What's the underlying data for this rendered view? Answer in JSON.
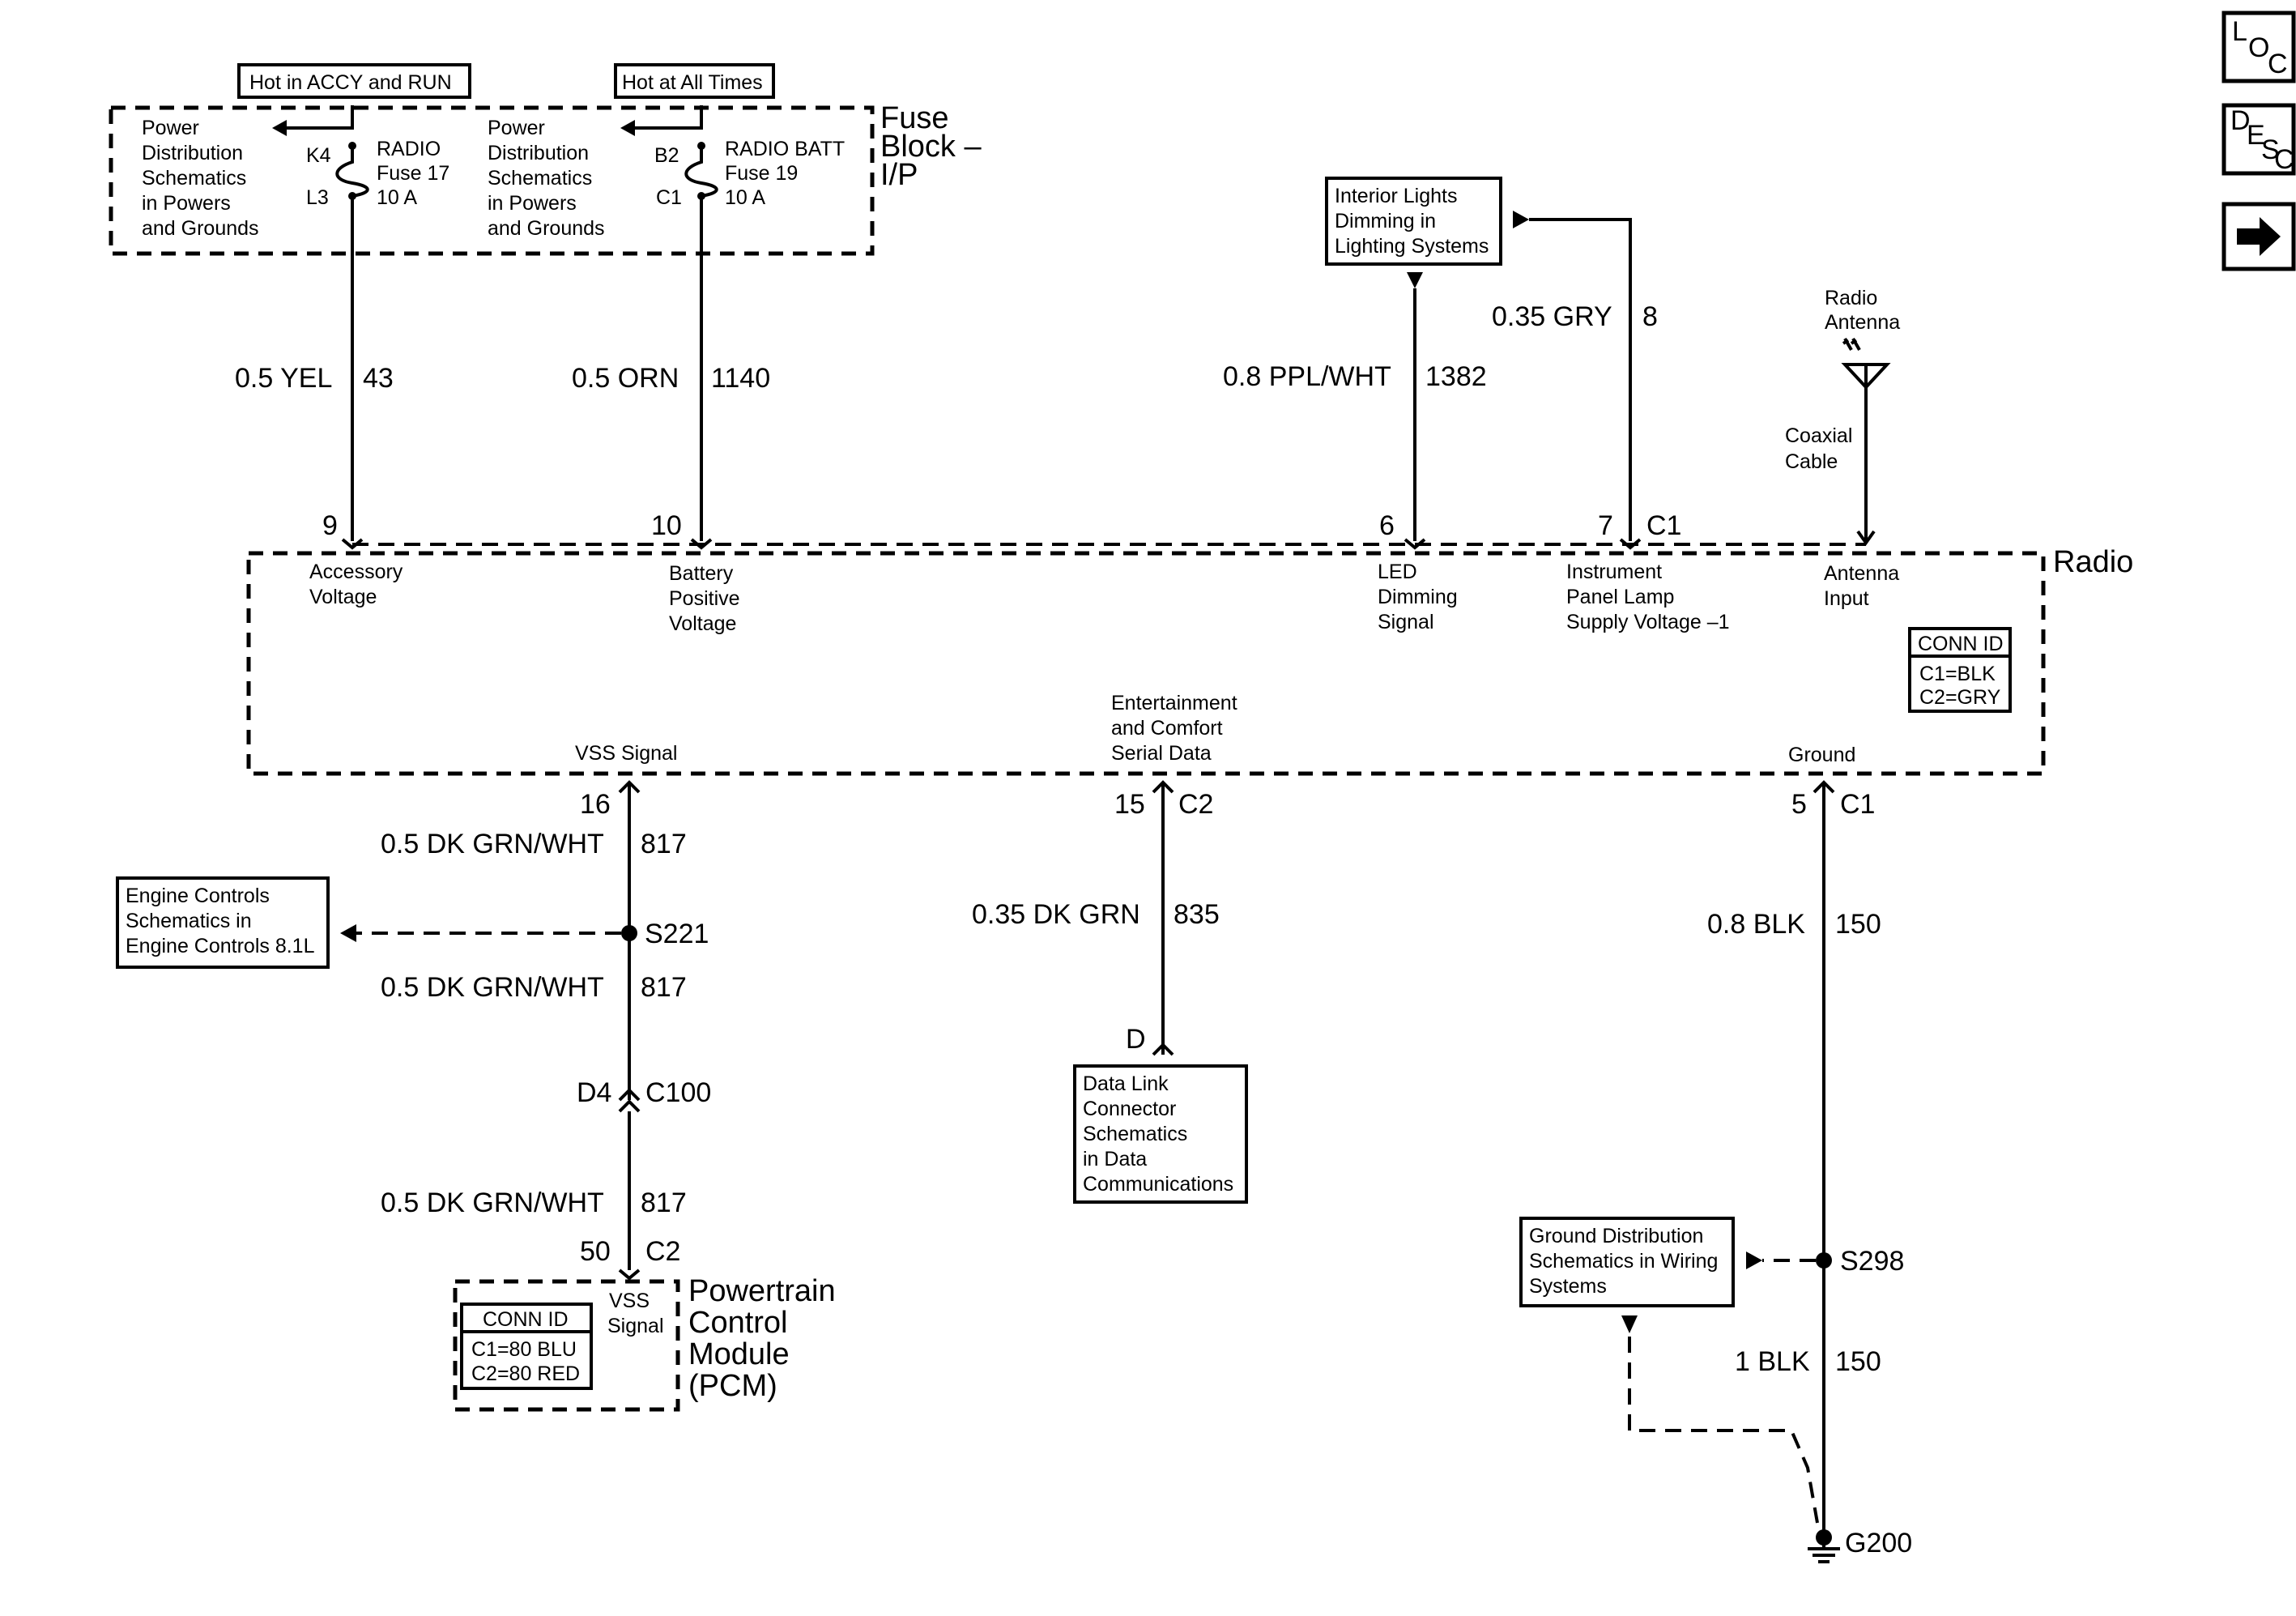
{
  "fuse_block": {
    "label": [
      "Fuse",
      "Block –",
      "I/P"
    ],
    "tag_accy_run": "Hot in ACCY and RUN",
    "tag_all_times": "Hot at All Times",
    "left_ref": [
      "Power",
      "Distribution",
      "Schematics",
      "in Powers",
      "and Grounds"
    ],
    "right_ref": [
      "Power",
      "Distribution",
      "Schematics",
      "in Powers",
      "and Grounds"
    ],
    "fuse17": {
      "pin_in": "K4",
      "pin_out": "L3",
      "lines": [
        "RADIO",
        "Fuse 17",
        "10 A"
      ]
    },
    "fuse19": {
      "pin_in": "B2",
      "pin_out": "C1",
      "lines": [
        "RADIO BATT",
        "Fuse 19",
        "10 A"
      ]
    }
  },
  "wires": {
    "w43": {
      "color": "0.5 YEL",
      "circuit": "43"
    },
    "w1140": {
      "color": "0.5 ORN",
      "circuit": "1140"
    },
    "w1382": {
      "color": "0.8 PPL/WHT",
      "circuit": "1382"
    },
    "w8": {
      "color": "0.35 GRY",
      "circuit": "8"
    },
    "w817a": {
      "color": "0.5 DK GRN/WHT",
      "circuit": "817"
    },
    "w817b": {
      "color": "0.5 DK GRN/WHT",
      "circuit": "817"
    },
    "w817c": {
      "color": "0.5 DK GRN/WHT",
      "circuit": "817"
    },
    "w835": {
      "color": "0.35 DK GRN",
      "circuit": "835"
    },
    "w150a": {
      "color": "0.8 BLK",
      "circuit": "150"
    },
    "w150b": {
      "color": "1 BLK",
      "circuit": "150"
    }
  },
  "radio": {
    "label": "Radio",
    "pins_top": {
      "p9": "9",
      "p10": "10",
      "p6": "6",
      "p7": "7",
      "c1": "C1"
    },
    "pin_labels": {
      "accessory": [
        "Accessory",
        "Voltage"
      ],
      "battery": [
        "Battery",
        "Positive",
        "Voltage"
      ],
      "led": [
        "LED",
        "Dimming",
        "Signal"
      ],
      "instrument": [
        "Instrument",
        "Panel Lamp",
        "Supply Voltage –1"
      ],
      "antenna": [
        "Antenna",
        "Input"
      ],
      "vss": "VSS Signal",
      "serial": [
        "Entertainment",
        "and Comfort",
        "Serial Data"
      ],
      "ground": "Ground"
    },
    "conn_id": {
      "title": "CONN ID",
      "c1": "C1=BLK",
      "c2": "C2=GRY"
    },
    "pins_bottom": {
      "p16": "16",
      "p15": "15",
      "c2": "C2",
      "p5": "5",
      "c1": "C1"
    }
  },
  "interior_lights": [
    "Interior Lights",
    "Dimming in",
    "Lighting Systems"
  ],
  "antenna": {
    "label": [
      "Radio",
      "Antenna"
    ],
    "cable": [
      "Coaxial",
      "Cable"
    ]
  },
  "splices": {
    "s221": "S221",
    "s298": "S298"
  },
  "engine_controls": [
    "Engine Controls",
    "Schematics in",
    "Engine Controls 8.1L"
  ],
  "c100": {
    "pin": "D4",
    "name": "C100"
  },
  "pcm": {
    "pin": "50",
    "conn": "C2",
    "vss": [
      "VSS",
      "Signal"
    ],
    "name": [
      "Powertrain",
      "Control",
      "Module",
      "(PCM)"
    ],
    "conn_id": {
      "title": "CONN ID",
      "c1": "C1=80 BLU",
      "c2": "C2=80 RED"
    }
  },
  "dlc": {
    "pin": "D",
    "lines": [
      "Data Link",
      "Connector",
      "Schematics",
      "in Data",
      "Communications"
    ]
  },
  "ground_dist": [
    "Ground Distribution",
    "Schematics in Wiring",
    "Systems"
  ],
  "g200": "G200",
  "nav": {
    "loc": [
      "L",
      "O",
      "C"
    ],
    "desc": [
      "D",
      "E",
      "S",
      "C"
    ],
    "next": "next-arrow-icon"
  }
}
